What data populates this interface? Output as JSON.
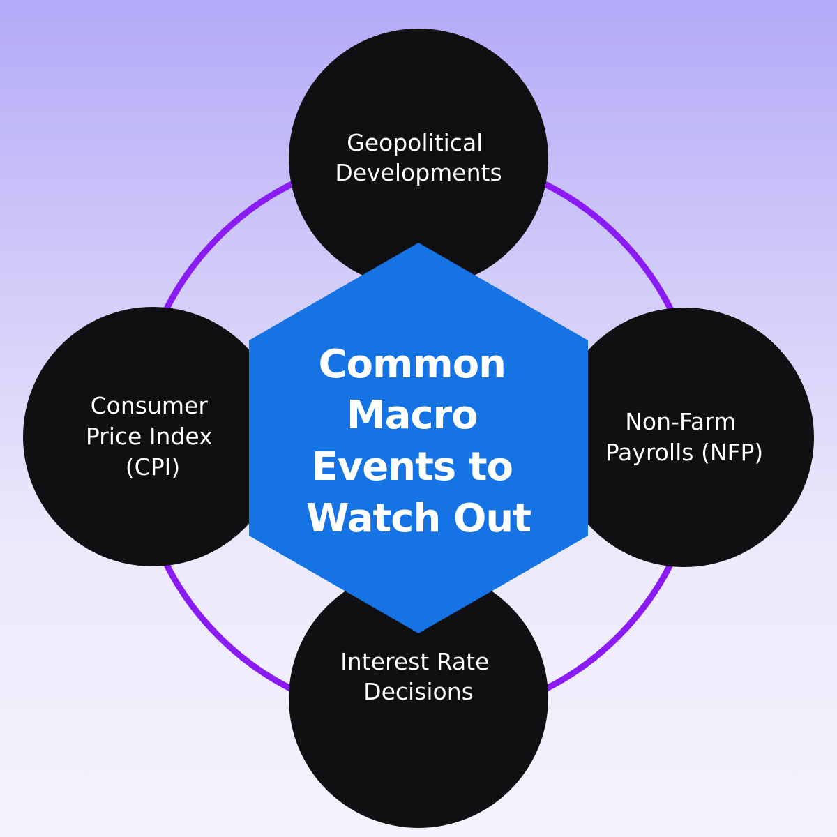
{
  "diagram": {
    "center": {
      "lines": [
        "Common",
        "Macro",
        "Events to",
        "Watch Out"
      ]
    },
    "nodes": {
      "top": {
        "lines": [
          "Geopolitical",
          "Developments"
        ]
      },
      "right": {
        "lines": [
          "Non-Farm",
          "Payrolls (NFP)"
        ]
      },
      "bottom": {
        "lines": [
          "Interest Rate",
          "Decisions"
        ]
      },
      "left": {
        "lines": [
          "Consumer",
          "Price Index",
          "(CPI)"
        ]
      }
    }
  },
  "colors": {
    "ring": "#8a1cf3",
    "node": "#101012",
    "hexagon": "#1673e3",
    "text": "#ffffff"
  }
}
